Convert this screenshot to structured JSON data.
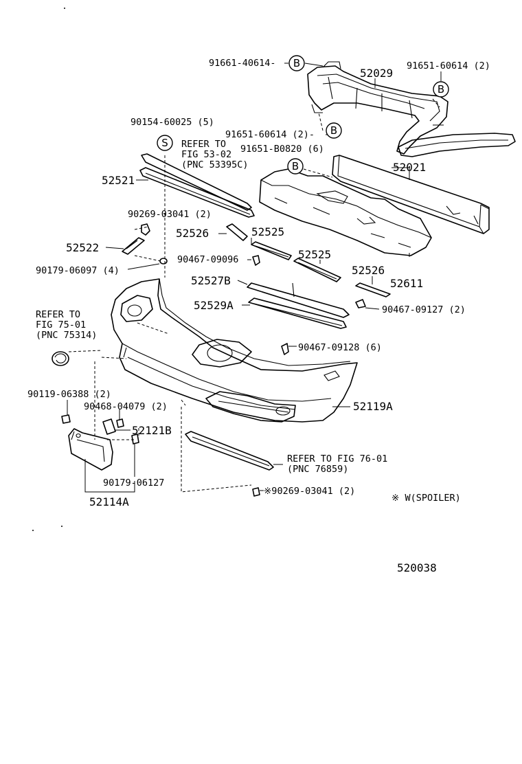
{
  "diagram_code": "520038",
  "legend_note": "※ W(SPOILER)",
  "circle_markers": {
    "b": "B",
    "s": "S"
  },
  "labels": {
    "p91661_40614": "91661-40614-",
    "p52029": "52029",
    "p91651_60614_top": "91651-60614 (2)",
    "p90154_60025": "90154-60025 (5)",
    "refer_53_l1": "REFER TO",
    "refer_53_l2": "FIG 53-02",
    "refer_53_l3": "(PNC 53395C)",
    "p91651_60614_mid": "91651-60614 (2)-",
    "p91651_b0820": "91651-B0820 (6)",
    "p52021": "52021",
    "p52521": "52521",
    "p90269_03041_top": "90269-03041 (2)",
    "p52526_top": "52526",
    "p52525_top": "52525",
    "p52522": "52522",
    "p90467_09096": "90467-09096",
    "p52525_mid": "52525",
    "p90179_06097": "90179-06097 (4)",
    "p52526_mid": "52526",
    "p52611": "52611",
    "p52527b": "52527B",
    "p52529a": "52529A",
    "p90467_09127": "90467-09127 (2)",
    "refer_75_l1": "REFER TO",
    "refer_75_l2": "FIG 75-01",
    "refer_75_l3": "(PNC 75314)",
    "p90467_09128": "90467-09128 (6)",
    "p52119a": "52119A",
    "p90119_06388": "90119-06388 (2)",
    "p90468_04079": "90468-04079 (2)",
    "p52121b": "52121B",
    "refer_76_l1": "REFER TO FIG 76-01",
    "refer_76_l2": "(PNC 76859)",
    "p90179_06127": "90179-06127",
    "p90269_03041_bot": "※90269-03041 (2)",
    "p52114a": "52114A"
  }
}
